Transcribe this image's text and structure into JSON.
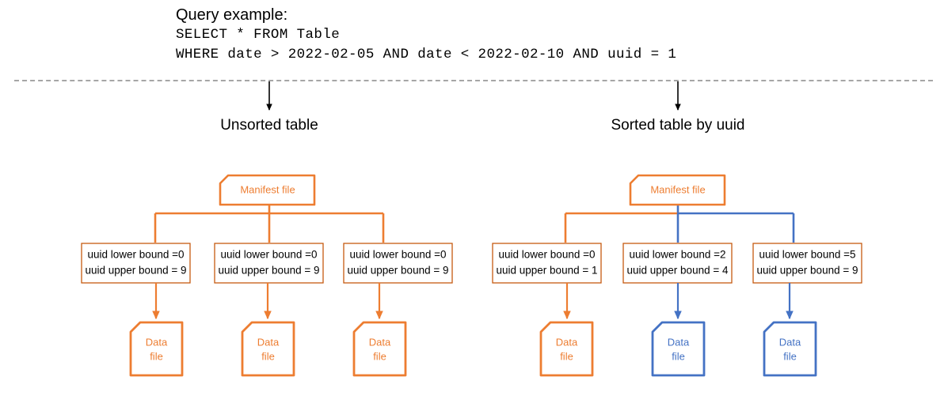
{
  "query": {
    "title": "Query example:",
    "lines": [
      "SELECT * FROM Table",
      "WHERE date > 2022-02-05 AND date < 2022-02-10 AND uuid = 1"
    ]
  },
  "divider": {
    "style": "dashed",
    "color": "#a6a6a6"
  },
  "colors": {
    "orange": "#ED7D31",
    "orange_border": "#C55A11",
    "blue": "#4472C4",
    "black": "#000000",
    "gray_dash": "#a6a6a6",
    "white": "#FFFFFF"
  },
  "arrows": {
    "down_arrow_icon": "arrow-down-icon",
    "color": "#000000"
  },
  "panels": [
    {
      "id": "unsorted",
      "heading": "Unsorted table",
      "manifest": {
        "label": "Manifest file",
        "color": "#ED7D31"
      },
      "branches": [
        {
          "color": "#ED7D31",
          "bounds": {
            "lower_label": "uuid lower bound =",
            "lower_value": "0",
            "upper_label": "uuid upper bound = ",
            "upper_value": "9",
            "lower_text": "uuid lower bound =0",
            "upper_text": "uuid upper bound = 9",
            "border_color": "#C55A11"
          },
          "datafile": {
            "line1": "Data",
            "line2": "file",
            "color": "#ED7D31"
          }
        },
        {
          "color": "#ED7D31",
          "bounds": {
            "lower_label": "uuid lower bound =",
            "lower_value": "0",
            "upper_label": "uuid upper bound = ",
            "upper_value": "9",
            "lower_text": "uuid lower bound =0",
            "upper_text": "uuid upper bound = 9",
            "border_color": "#C55A11"
          },
          "datafile": {
            "line1": "Data",
            "line2": "file",
            "color": "#ED7D31"
          }
        },
        {
          "color": "#ED7D31",
          "bounds": {
            "lower_label": "uuid lower bound =",
            "lower_value": "0",
            "upper_label": "uuid upper bound = ",
            "upper_value": "9",
            "lower_text": "uuid lower bound =0",
            "upper_text": "uuid upper bound = 9",
            "border_color": "#C55A11"
          },
          "datafile": {
            "line1": "Data",
            "line2": "file",
            "color": "#ED7D31"
          }
        }
      ]
    },
    {
      "id": "sorted",
      "heading": "Sorted table by uuid",
      "manifest": {
        "label": "Manifest file",
        "color": "#ED7D31"
      },
      "branches": [
        {
          "color": "#ED7D31",
          "bounds": {
            "lower_label": "uuid lower bound =",
            "lower_value": "0",
            "upper_label": "uuid upper bound = ",
            "upper_value": "1",
            "lower_text": "uuid lower bound =0",
            "upper_text": "uuid upper bound = 1",
            "border_color": "#C55A11"
          },
          "datafile": {
            "line1": "Data",
            "line2": "file",
            "color": "#ED7D31"
          }
        },
        {
          "color": "#4472C4",
          "bounds": {
            "lower_label": "uuid lower bound =",
            "lower_value": "2",
            "upper_label": "uuid upper bound = ",
            "upper_value": "4",
            "lower_text": "uuid lower bound =2",
            "upper_text": "uuid upper bound = 4",
            "border_color": "#C55A11"
          },
          "datafile": {
            "line1": "Data",
            "line2": "file",
            "color": "#4472C4"
          }
        },
        {
          "color": "#4472C4",
          "bounds": {
            "lower_label": "uuid lower bound =",
            "lower_value": "5",
            "upper_label": "uuid upper bound = ",
            "upper_value": "9",
            "lower_text": "uuid lower bound =5",
            "upper_text": "uuid upper bound = 9",
            "border_color": "#C55A11"
          },
          "datafile": {
            "line1": "Data",
            "line2": "file",
            "color": "#4472C4"
          }
        }
      ]
    }
  ]
}
